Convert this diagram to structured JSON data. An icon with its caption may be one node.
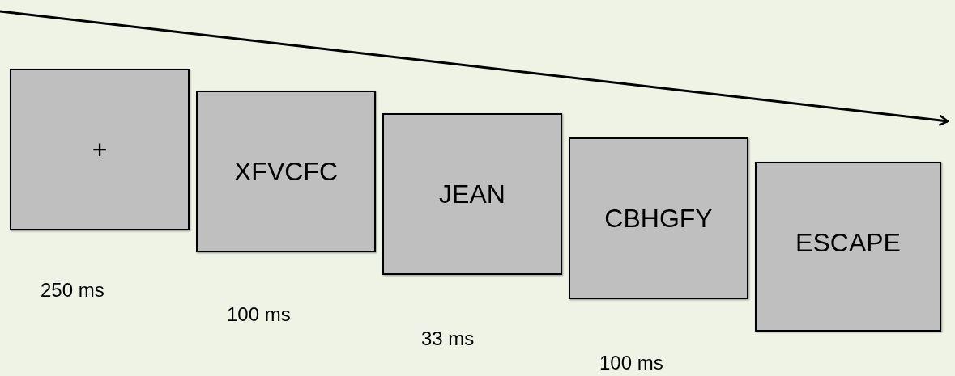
{
  "diagram": {
    "nodes": [
      {
        "text": [
          "+"
        ],
        "beside": [
          "250 ms"
        ]
      },
      {
        "text": [
          "XFVCFC"
        ],
        "beside": [
          "100 ms"
        ]
      },
      {
        "text": [
          "JEAN"
        ],
        "beside": [
          "33 ms"
        ]
      },
      {
        "text": [
          "CBHGFY"
        ],
        "beside": [
          "100 ms"
        ]
      },
      {
        "text": [
          "ESCAPE"
        ]
      }
    ]
  }
}
